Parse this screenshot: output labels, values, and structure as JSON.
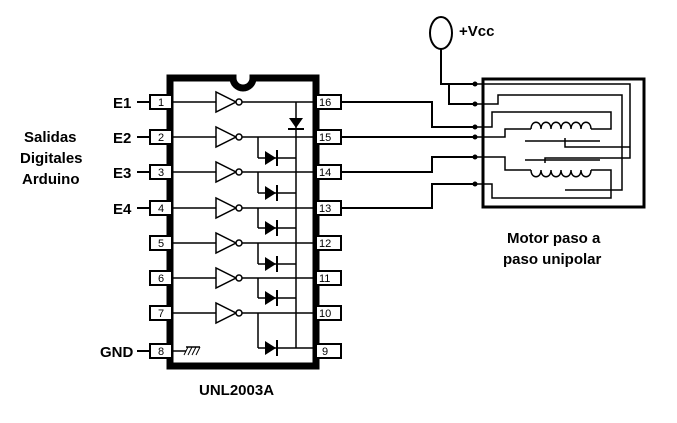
{
  "labels": {
    "outputs_line1": "Salidas",
    "outputs_line2": "Digitales",
    "outputs_line3": "Arduino",
    "vcc": "+Vcc",
    "motor_line1": "Motor paso a",
    "motor_line2": "paso unipolar",
    "chip": "UNL2003A",
    "gnd": "GND"
  },
  "inputs": [
    {
      "label": "E1",
      "pin": "1"
    },
    {
      "label": "E2",
      "pin": "2"
    },
    {
      "label": "E3",
      "pin": "3"
    },
    {
      "label": "E4",
      "pin": "4"
    }
  ],
  "left_pins": [
    "1",
    "2",
    "3",
    "4",
    "5",
    "6",
    "7",
    "8"
  ],
  "right_pins": [
    "16",
    "15",
    "14",
    "13",
    "12",
    "11",
    "10",
    "9"
  ]
}
